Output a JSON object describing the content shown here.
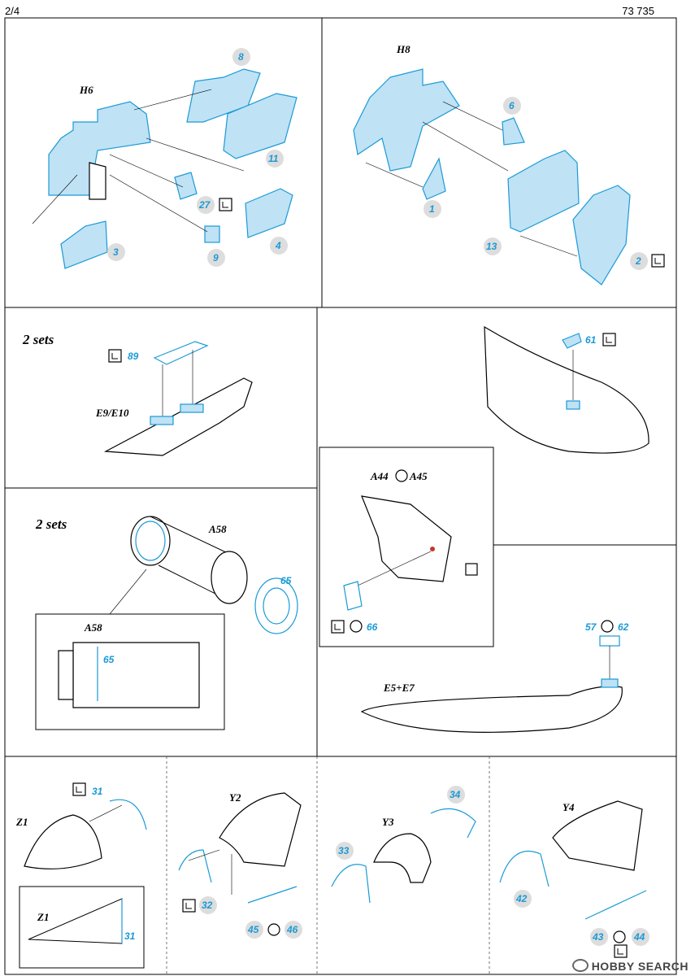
{
  "header": {
    "page_indicator": "2/4",
    "catalog_number": "73 735"
  },
  "panel_h6": {
    "title": "H6",
    "parts": {
      "p8": "8",
      "p11": "11",
      "p27": "27",
      "p4": "4",
      "p3": "3",
      "p9": "9"
    }
  },
  "panel_h8": {
    "title": "H8",
    "parts": {
      "p6": "6",
      "p1": "1",
      "p13": "13",
      "p2": "2"
    }
  },
  "panel_e9": {
    "sets": "2 sets",
    "part": "89",
    "label": "E9/E10"
  },
  "panel_nose": {
    "part": "61"
  },
  "panel_a58": {
    "sets": "2 sets",
    "label": "A58",
    "part": "65",
    "inset_label": "A58",
    "inset_part": "65"
  },
  "panel_a44": {
    "label_a": "A44",
    "label_b": "A45",
    "part": "66"
  },
  "panel_e5": {
    "label": "E5+E7",
    "part_a": "57",
    "part_b": "62"
  },
  "panel_z1": {
    "label": "Z1",
    "part": "31",
    "inset_label": "Z1",
    "inset_part": "31"
  },
  "panel_y2": {
    "label": "Y2",
    "p32": "32",
    "p45": "45",
    "p46": "46"
  },
  "panel_y3": {
    "label": "Y3",
    "p33": "33",
    "p34": "34"
  },
  "panel_y4": {
    "label": "Y4",
    "p42": "42",
    "p43": "43",
    "p44": "44"
  },
  "watermark": {
    "text": "HOBBY SEARCH"
  },
  "colors": {
    "etch_blue": "#1a9ad6",
    "part_fill": "#bfe2f5",
    "circle_grey": "#dddddd"
  },
  "icons": [
    "fold-icon",
    "paint-icon",
    "hatch-icon"
  ]
}
